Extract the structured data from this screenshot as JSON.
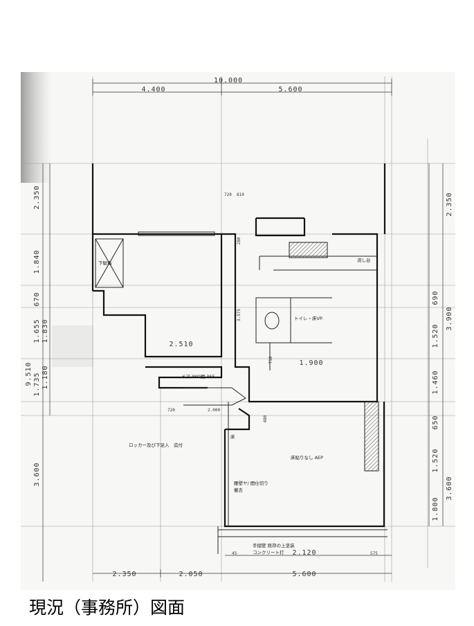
{
  "caption": "現況（事務所）図面",
  "dimensions": {
    "top_total": "10.000",
    "top_left": "4.400",
    "top_right": "5.600",
    "small_top_a": "720",
    "small_top_b": "810",
    "left_1": "2.350",
    "left_2": "1.840",
    "left_3": "670",
    "left_4": "1.655",
    "left_5": "1.830",
    "left_total": "9.510",
    "left_6": "1.735",
    "left_7": "1.180",
    "left_8": "3.600",
    "right_1": "2.350",
    "right_2": "690",
    "right_3": "1.520",
    "right_4": "1.460",
    "right_5": "650",
    "right_6": "1.520",
    "right_7": "1.800",
    "right_total_a": "3.900",
    "right_total_b": "3.600",
    "bottom_1": "2.350",
    "bottom_2": "2.050",
    "bottom_3": "5.600",
    "bottom_small": "2.120",
    "bottom_575": "575",
    "bottom_45": "45",
    "inner_2510": "2.510",
    "inner_1900": "1.900",
    "inner_2000": "2.000",
    "inner_720": "720",
    "inner_3575": "3.575",
    "inner_710": "710",
    "inner_280": "280",
    "inner_480": "480"
  },
  "labels": {
    "room_small": "下駄箱",
    "locker": "ロッカー及び下足入　造付",
    "toilet": "トイレ・床VP.",
    "main_room": "床貼りなし AEP",
    "wall_note_1": "腰壁ヤ/ 間仕切り",
    "wall_note_2": "撤去",
    "opening_note": "ドア IMO間 355",
    "bottom_note_1": "手摺壁 既存の上塗装",
    "bottom_note_2": "コンクリート打",
    "kitchen_note": "流し台",
    "small_note": "床"
  }
}
